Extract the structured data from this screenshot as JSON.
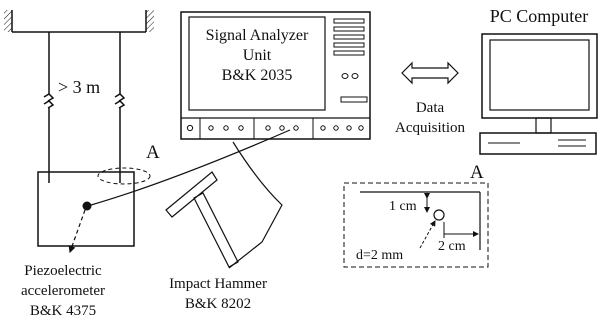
{
  "labels": {
    "distance": "> 3 m",
    "detail_marker_main": "A",
    "detail_marker_inset": "A",
    "analyzer_line1": "Signal Analyzer",
    "analyzer_line2": "Unit",
    "analyzer_line3": "B&K 2035",
    "data_line1": "Data",
    "data_line2": "Acquisition",
    "pc_title": "PC Computer",
    "accel_line1": "Piezoelectric",
    "accel_line2": "accelerometer",
    "accel_line3": "B&K 4375",
    "hammer_line1": "Impact Hammer",
    "hammer_line2": "B&K 8202",
    "dim_vertical": "1 cm",
    "dim_horizontal": "2 cm",
    "dim_diameter": "d=2 mm"
  }
}
